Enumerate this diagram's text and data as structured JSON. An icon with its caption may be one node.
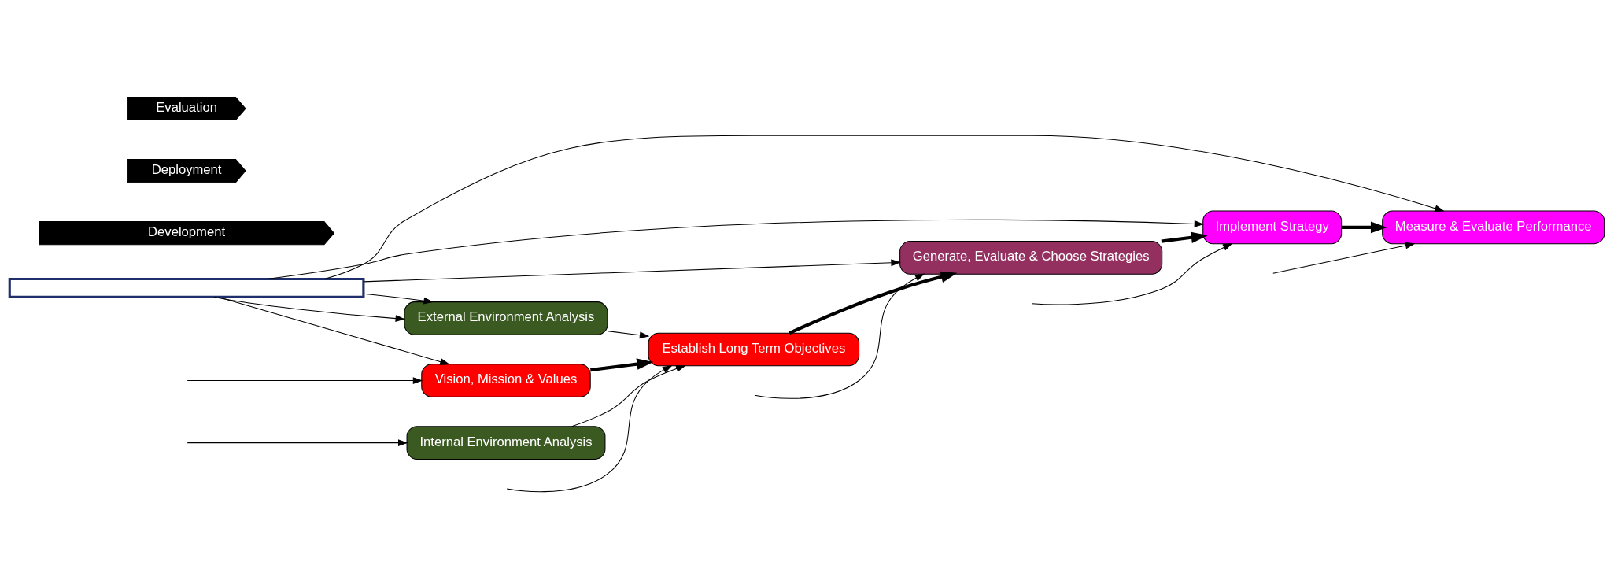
{
  "diagram": {
    "nodes": [
      {
        "text": [],
        "shape": "bar"
      },
      {
        "text": [
          "External Environment Analysis"
        ]
      },
      {
        "text": [
          "Vision, Mission & Values"
        ]
      },
      {
        "text": [
          "Establish Long Term Objectives"
        ]
      },
      {
        "text": [
          "Generate, Evaluate & Choose Strategies"
        ]
      },
      {
        "text": [
          "Implement Strategy"
        ]
      },
      {
        "text": [
          "Measure & Evaluate Performance"
        ]
      },
      {
        "text": [
          "Internal Environment Analysis"
        ]
      },
      {
        "text": [
          "Development"
        ]
      },
      {
        "text": [
          "Deployment"
        ]
      },
      {
        "text": [
          "Evaluation"
        ]
      }
    ],
    "edges": [
      {
        "from": 0,
        "to": 2,
        "arrow": "to"
      },
      {
        "from": 0,
        "to": 1,
        "arrow": "to"
      },
      {
        "from": 0,
        "to": 1,
        "arrow": "to"
      },
      {
        "from": 0,
        "to": 4,
        "arrow": "to"
      },
      {
        "from": 0,
        "to": 5,
        "arrow": "to"
      },
      {
        "from": 0,
        "to": 6,
        "arrow": "to"
      },
      {
        "from": 2,
        "to": 3,
        "arrow": "to",
        "style": "thick"
      },
      {
        "from": 1,
        "to": 3,
        "arrow": "to"
      },
      {
        "from": 7,
        "to": 3,
        "arrow": "to"
      },
      {
        "from": 3,
        "to": 4,
        "arrow": "to",
        "style": "thick"
      },
      {
        "from": 4,
        "to": 5,
        "arrow": "to",
        "style": "thick"
      },
      {
        "from": 5,
        "to": 6,
        "arrow": "to",
        "style": "thick"
      },
      {
        "from": null,
        "to": 2,
        "arrow": "to"
      },
      {
        "from": null,
        "to": 7,
        "arrow": "to"
      },
      {
        "from": null,
        "to": 3,
        "arrow": "to"
      },
      {
        "from": null,
        "to": 4,
        "arrow": "to"
      },
      {
        "from": null,
        "to": 5,
        "arrow": "to"
      },
      {
        "from": null,
        "to": 6,
        "arrow": "to"
      }
    ]
  }
}
